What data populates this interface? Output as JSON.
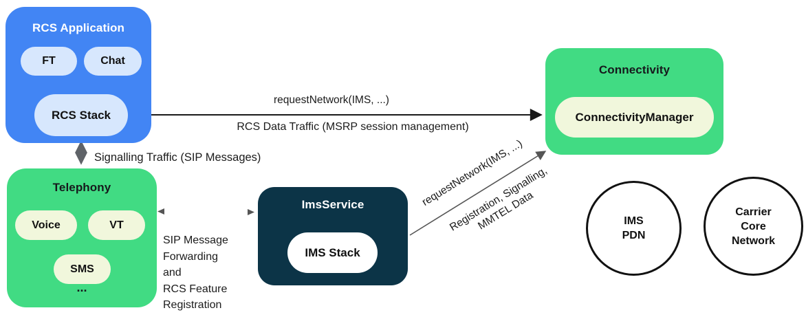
{
  "boxes": {
    "rcs_application": {
      "title": "RCS Application",
      "ft": "FT",
      "chat": "Chat",
      "rcs_stack": "RCS Stack"
    },
    "telephony": {
      "title": "Telephony",
      "voice": "Voice",
      "vt": "VT",
      "sms": "SMS",
      "more": "..."
    },
    "ims_service": {
      "title": "ImsService",
      "ims_stack": "IMS Stack"
    },
    "connectivity": {
      "title": "Connectivity",
      "connectivity_manager": "ConnectivityManager"
    }
  },
  "circles": {
    "ims_pdn": "IMS\nPDN",
    "carrier_core_network": "Carrier\nCore\nNetwork"
  },
  "edge_labels": {
    "request_network_horizontal": "requestNetwork(IMS, ...)",
    "rcs_data_traffic": "RCS Data Traffic (MSRP session management)",
    "signalling_traffic": "Signalling Traffic (SIP Messages)",
    "request_network_diagonal": "requestNetwork(IMS, ...)",
    "registration_signalling": "Registration, Signalling,\nMMTEL Data",
    "sip_message_forwarding": "SIP Message\nForwarding\nand\nRCS Feature\nRegistration"
  },
  "colors": {
    "blue_box": "#4285F4",
    "light_blue_pill": "#D7E7FD",
    "green_box": "#41DB83",
    "cream_pill": "#F1F7DC",
    "navy_box": "#0C3447",
    "white_pill": "#FFFFFF",
    "circle_border": "#111111",
    "arrow_black": "#1A1A1A",
    "arrow_gray": "#5F6368",
    "arrowhead_gray": "#555555"
  }
}
